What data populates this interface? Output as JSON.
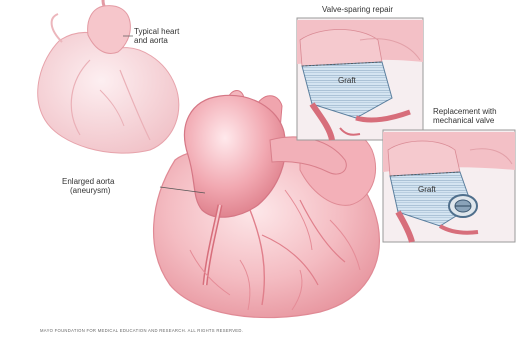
{
  "labels": {
    "typical_heart_line1": "Typical heart",
    "typical_heart_line2": "and aorta",
    "enlarged_line1": "Enlarged aorta",
    "enlarged_line2": "(aneurysm)",
    "valve_sparing": "Valve-sparing repair",
    "graft_top": "Graft",
    "replacement_line1": "Replacement with",
    "replacement_line2": "mechanical valve",
    "graft_bottom": "Graft"
  },
  "copyright": "MAYO FOUNDATION FOR MEDICAL EDUCATION AND RESEARCH. ALL RIGHTS RESERVED.",
  "colors": {
    "heart_fill": "#f3b5bb",
    "heart_light": "#fbdde0",
    "heart_dark": "#e48a94",
    "vessel": "#d86e7a",
    "graft": "#cfe1ef",
    "graft_line": "#5b7f9e",
    "panel_border": "#9a9a9a",
    "panel_bg": "#f2f2f2"
  }
}
